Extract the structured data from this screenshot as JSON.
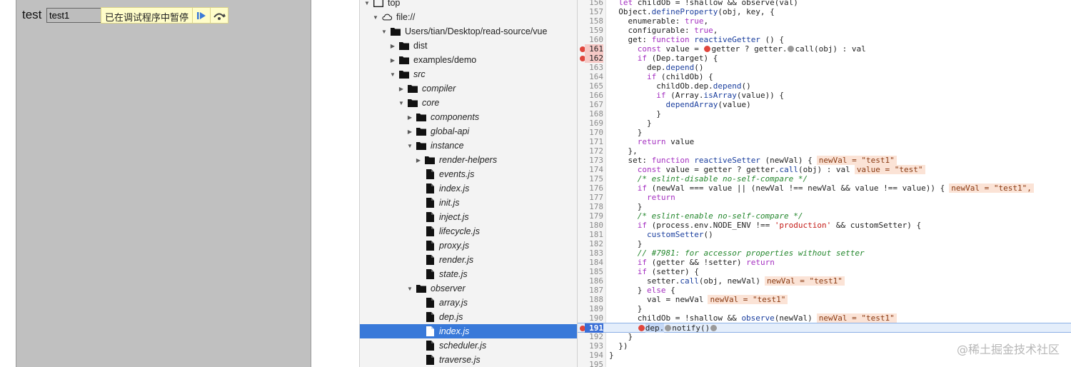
{
  "preview": {
    "label": "test",
    "input_value": "test1",
    "paused_text": "已在调试程序中暂停",
    "resume_icon": "resume-icon",
    "step_over_icon": "step-over-icon"
  },
  "file_tree": {
    "rows": [
      {
        "label": "top",
        "toggle": "▼",
        "icon": "frame-icon",
        "italic": false,
        "selected": false
      },
      {
        "label": "file://",
        "toggle": "▼",
        "icon": "cloud-icon",
        "italic": false,
        "selected": false
      },
      {
        "label": "Users/tian/Desktop/read-source/vue",
        "toggle": "▼",
        "icon": "folder-icon",
        "italic": false,
        "selected": false
      },
      {
        "label": "dist",
        "toggle": "▶",
        "icon": "folder-icon",
        "italic": false,
        "selected": false
      },
      {
        "label": "examples/demo",
        "toggle": "▶",
        "icon": "folder-icon",
        "italic": false,
        "selected": false
      },
      {
        "label": "src",
        "toggle": "▼",
        "icon": "folder-icon",
        "italic": true,
        "selected": false
      },
      {
        "label": "compiler",
        "toggle": "▶",
        "icon": "folder-icon",
        "italic": true,
        "selected": false
      },
      {
        "label": "core",
        "toggle": "▼",
        "icon": "folder-icon",
        "italic": true,
        "selected": false
      },
      {
        "label": "components",
        "toggle": "▶",
        "icon": "folder-icon",
        "italic": true,
        "selected": false
      },
      {
        "label": "global-api",
        "toggle": "▶",
        "icon": "folder-icon",
        "italic": true,
        "selected": false
      },
      {
        "label": "instance",
        "toggle": "▼",
        "icon": "folder-icon",
        "italic": true,
        "selected": false
      },
      {
        "label": "render-helpers",
        "toggle": "▶",
        "icon": "folder-icon",
        "italic": true,
        "selected": false
      },
      {
        "label": "events.js",
        "toggle": "",
        "icon": "file-icon",
        "italic": true,
        "selected": false
      },
      {
        "label": "index.js",
        "toggle": "",
        "icon": "file-icon",
        "italic": true,
        "selected": false
      },
      {
        "label": "init.js",
        "toggle": "",
        "icon": "file-icon",
        "italic": true,
        "selected": false
      },
      {
        "label": "inject.js",
        "toggle": "",
        "icon": "file-icon",
        "italic": true,
        "selected": false
      },
      {
        "label": "lifecycle.js",
        "toggle": "",
        "icon": "file-icon",
        "italic": true,
        "selected": false
      },
      {
        "label": "proxy.js",
        "toggle": "",
        "icon": "file-icon",
        "italic": true,
        "selected": false
      },
      {
        "label": "render.js",
        "toggle": "",
        "icon": "file-icon",
        "italic": true,
        "selected": false
      },
      {
        "label": "state.js",
        "toggle": "",
        "icon": "file-icon",
        "italic": true,
        "selected": false
      },
      {
        "label": "observer",
        "toggle": "▼",
        "icon": "folder-icon",
        "italic": true,
        "selected": false
      },
      {
        "label": "array.js",
        "toggle": "",
        "icon": "file-icon",
        "italic": true,
        "selected": false
      },
      {
        "label": "dep.js",
        "toggle": "",
        "icon": "file-icon",
        "italic": true,
        "selected": false
      },
      {
        "label": "index.js",
        "toggle": "",
        "icon": "file-icon",
        "italic": true,
        "selected": true
      },
      {
        "label": "scheduler.js",
        "toggle": "",
        "icon": "file-icon",
        "italic": true,
        "selected": false
      },
      {
        "label": "traverse.js",
        "toggle": "",
        "icon": "file-icon",
        "italic": true,
        "selected": false
      }
    ]
  },
  "code": {
    "lines": [
      {
        "n": "156",
        "bp": false,
        "current": false,
        "segs": [
          {
            "t": "  "
          },
          {
            "t": "let",
            "c": "kw"
          },
          {
            "t": " childOb = !shallow && observe(val)"
          }
        ]
      },
      {
        "n": "157",
        "bp": false,
        "current": false,
        "segs": [
          {
            "t": "  Object."
          },
          {
            "t": "defineProperty",
            "c": "fn"
          },
          {
            "t": "(obj, key, {"
          }
        ]
      },
      {
        "n": "158",
        "bp": false,
        "current": false,
        "segs": [
          {
            "t": "    enumerable: "
          },
          {
            "t": "true",
            "c": "kw"
          },
          {
            "t": ","
          }
        ]
      },
      {
        "n": "159",
        "bp": false,
        "current": false,
        "segs": [
          {
            "t": "    configurable: "
          },
          {
            "t": "true",
            "c": "kw"
          },
          {
            "t": ","
          }
        ]
      },
      {
        "n": "160",
        "bp": false,
        "current": false,
        "segs": [
          {
            "t": "    get: "
          },
          {
            "t": "function",
            "c": "kw"
          },
          {
            "t": " "
          },
          {
            "t": "reactiveGetter",
            "c": "fn"
          },
          {
            "t": " () {"
          }
        ]
      },
      {
        "n": "161",
        "bp": true,
        "current": false,
        "segs": [
          {
            "t": "      "
          },
          {
            "t": "const",
            "c": "kw"
          },
          {
            "t": " value = "
          },
          {
            "mark": "red"
          },
          {
            "t": "getter ? getter."
          },
          {
            "mark": "grey"
          },
          {
            "t": "call(obj) : val"
          }
        ]
      },
      {
        "n": "162",
        "bp": true,
        "current": false,
        "segs": [
          {
            "t": "      "
          },
          {
            "t": "if",
            "c": "kw"
          },
          {
            "t": " (Dep.target) {"
          }
        ]
      },
      {
        "n": "163",
        "bp": false,
        "current": false,
        "segs": [
          {
            "t": "        dep."
          },
          {
            "t": "depend",
            "c": "fn"
          },
          {
            "t": "()"
          }
        ]
      },
      {
        "n": "164",
        "bp": false,
        "current": false,
        "segs": [
          {
            "t": "        "
          },
          {
            "t": "if",
            "c": "kw"
          },
          {
            "t": " (childOb) {"
          }
        ]
      },
      {
        "n": "165",
        "bp": false,
        "current": false,
        "segs": [
          {
            "t": "          childOb.dep."
          },
          {
            "t": "depend",
            "c": "fn"
          },
          {
            "t": "()"
          }
        ]
      },
      {
        "n": "166",
        "bp": false,
        "current": false,
        "segs": [
          {
            "t": "          "
          },
          {
            "t": "if",
            "c": "kw"
          },
          {
            "t": " (Array."
          },
          {
            "t": "isArray",
            "c": "fn"
          },
          {
            "t": "(value)) {"
          }
        ]
      },
      {
        "n": "167",
        "bp": false,
        "current": false,
        "segs": [
          {
            "t": "            "
          },
          {
            "t": "dependArray",
            "c": "fn"
          },
          {
            "t": "(value)"
          }
        ]
      },
      {
        "n": "168",
        "bp": false,
        "current": false,
        "segs": [
          {
            "t": "          }"
          }
        ]
      },
      {
        "n": "169",
        "bp": false,
        "current": false,
        "segs": [
          {
            "t": "        }"
          }
        ]
      },
      {
        "n": "170",
        "bp": false,
        "current": false,
        "segs": [
          {
            "t": "      }"
          }
        ]
      },
      {
        "n": "171",
        "bp": false,
        "current": false,
        "segs": [
          {
            "t": "      "
          },
          {
            "t": "return",
            "c": "kw"
          },
          {
            "t": " value"
          }
        ]
      },
      {
        "n": "172",
        "bp": false,
        "current": false,
        "segs": [
          {
            "t": "    },"
          }
        ]
      },
      {
        "n": "173",
        "bp": false,
        "current": false,
        "segs": [
          {
            "t": "    set: "
          },
          {
            "t": "function",
            "c": "kw"
          },
          {
            "t": " "
          },
          {
            "t": "reactiveSetter",
            "c": "fn"
          },
          {
            "t": " (newVal) {"
          },
          {
            "inl": "newVal = \"test1\""
          }
        ]
      },
      {
        "n": "174",
        "bp": false,
        "current": false,
        "segs": [
          {
            "t": "      "
          },
          {
            "t": "const",
            "c": "kw"
          },
          {
            "t": " value = getter ? getter."
          },
          {
            "t": "call",
            "c": "fn"
          },
          {
            "t": "(obj) : val"
          },
          {
            "inl": "value = \"test\""
          }
        ]
      },
      {
        "n": "175",
        "bp": false,
        "current": false,
        "segs": [
          {
            "t": "      "
          },
          {
            "t": "/* eslint-disable no-self-compare */",
            "c": "cm"
          }
        ]
      },
      {
        "n": "176",
        "bp": false,
        "current": false,
        "segs": [
          {
            "t": "      "
          },
          {
            "t": "if",
            "c": "kw"
          },
          {
            "t": " (newVal === value || (newVal !== newVal && value !== value)) {"
          },
          {
            "inl": "newVal = \"test1\","
          }
        ]
      },
      {
        "n": "177",
        "bp": false,
        "current": false,
        "segs": [
          {
            "t": "        "
          },
          {
            "t": "return",
            "c": "kw"
          }
        ]
      },
      {
        "n": "178",
        "bp": false,
        "current": false,
        "segs": [
          {
            "t": "      }"
          }
        ]
      },
      {
        "n": "179",
        "bp": false,
        "current": false,
        "segs": [
          {
            "t": "      "
          },
          {
            "t": "/* eslint-enable no-self-compare */",
            "c": "cm"
          }
        ]
      },
      {
        "n": "180",
        "bp": false,
        "current": false,
        "segs": [
          {
            "t": "      "
          },
          {
            "t": "if",
            "c": "kw"
          },
          {
            "t": " (process.env.NODE_ENV !== "
          },
          {
            "t": "'production'",
            "c": "str"
          },
          {
            "t": " && customSetter) {"
          }
        ]
      },
      {
        "n": "181",
        "bp": false,
        "current": false,
        "segs": [
          {
            "t": "        "
          },
          {
            "t": "customSetter",
            "c": "fn"
          },
          {
            "t": "()"
          }
        ]
      },
      {
        "n": "182",
        "bp": false,
        "current": false,
        "segs": [
          {
            "t": "      }"
          }
        ]
      },
      {
        "n": "183",
        "bp": false,
        "current": false,
        "segs": [
          {
            "t": "      "
          },
          {
            "t": "// #7981: for accessor properties without setter",
            "c": "cm"
          }
        ]
      },
      {
        "n": "184",
        "bp": false,
        "current": false,
        "segs": [
          {
            "t": "      "
          },
          {
            "t": "if",
            "c": "kw"
          },
          {
            "t": " (getter && !setter) "
          },
          {
            "t": "return",
            "c": "kw"
          }
        ]
      },
      {
        "n": "185",
        "bp": false,
        "current": false,
        "segs": [
          {
            "t": "      "
          },
          {
            "t": "if",
            "c": "kw"
          },
          {
            "t": " (setter) {"
          }
        ]
      },
      {
        "n": "186",
        "bp": false,
        "current": false,
        "segs": [
          {
            "t": "        setter."
          },
          {
            "t": "call",
            "c": "fn"
          },
          {
            "t": "(obj, newVal)"
          },
          {
            "inl": "newVal = \"test1\""
          }
        ]
      },
      {
        "n": "187",
        "bp": false,
        "current": false,
        "segs": [
          {
            "t": "      } "
          },
          {
            "t": "else",
            "c": "kw"
          },
          {
            "t": " {"
          }
        ]
      },
      {
        "n": "188",
        "bp": false,
        "current": false,
        "segs": [
          {
            "t": "        val = newVal"
          },
          {
            "inl": "newVal = \"test1\""
          }
        ]
      },
      {
        "n": "189",
        "bp": false,
        "current": false,
        "segs": [
          {
            "t": "      }"
          }
        ]
      },
      {
        "n": "190",
        "bp": false,
        "current": false,
        "segs": [
          {
            "t": "      childOb = !shallow && "
          },
          {
            "t": "observe",
            "c": "fn"
          },
          {
            "t": "(newVal)"
          },
          {
            "inl": "newVal = \"test1\""
          }
        ]
      },
      {
        "n": "191",
        "bp": true,
        "current": true,
        "segs": [
          {
            "t": "      "
          },
          {
            "mark": "red"
          },
          {
            "t": "dep.",
            "c": "hl"
          },
          {
            "mark": "grey"
          },
          {
            "t": "notify()"
          },
          {
            "mark": "grey"
          }
        ]
      },
      {
        "n": "192",
        "bp": false,
        "current": false,
        "segs": [
          {
            "t": "    }"
          }
        ]
      },
      {
        "n": "193",
        "bp": false,
        "current": false,
        "segs": [
          {
            "t": "  })"
          }
        ]
      },
      {
        "n": "194",
        "bp": false,
        "current": false,
        "segs": [
          {
            "t": "}"
          }
        ]
      },
      {
        "n": "195",
        "bp": false,
        "current": false,
        "segs": [
          {
            "t": ""
          }
        ]
      }
    ]
  },
  "watermark": "@稀土掘金技术社区"
}
